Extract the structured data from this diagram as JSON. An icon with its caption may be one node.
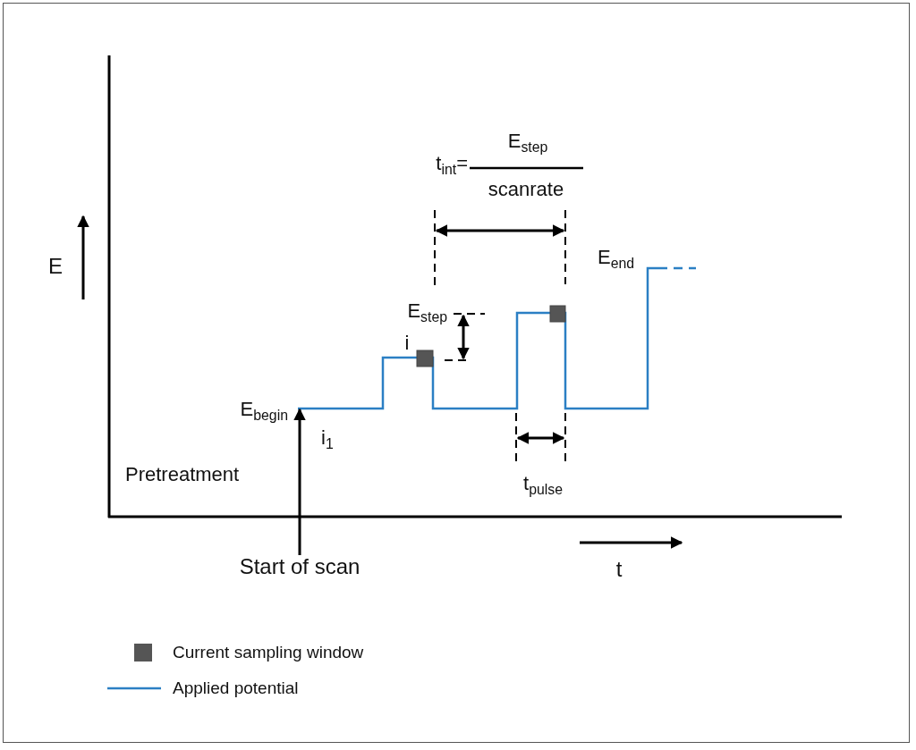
{
  "diagram": {
    "nodes": [
      {
        "text": [
          "Start of scan"
        ]
      },
      {
        "text": [],
        "shape": "line"
      }
    ],
    "edges": [
      {
        "from": 0,
        "to": 1,
        "arrow": "to"
      }
    ],
    "labels": [
      "t$_{int}$=",
      "E$_{step}$",
      "scanrate",
      "E",
      "E$_{end}$",
      "E$_{step}$",
      "i",
      "E$_{begin}$",
      "i$_{1}$",
      "Pretreatment",
      "t$_{pulse}$",
      "t"
    ],
    "legend": [
      {
        "text": "Current sampling window",
        "color": "#555555"
      },
      {
        "text": "Applied potential"
      }
    ]
  }
}
